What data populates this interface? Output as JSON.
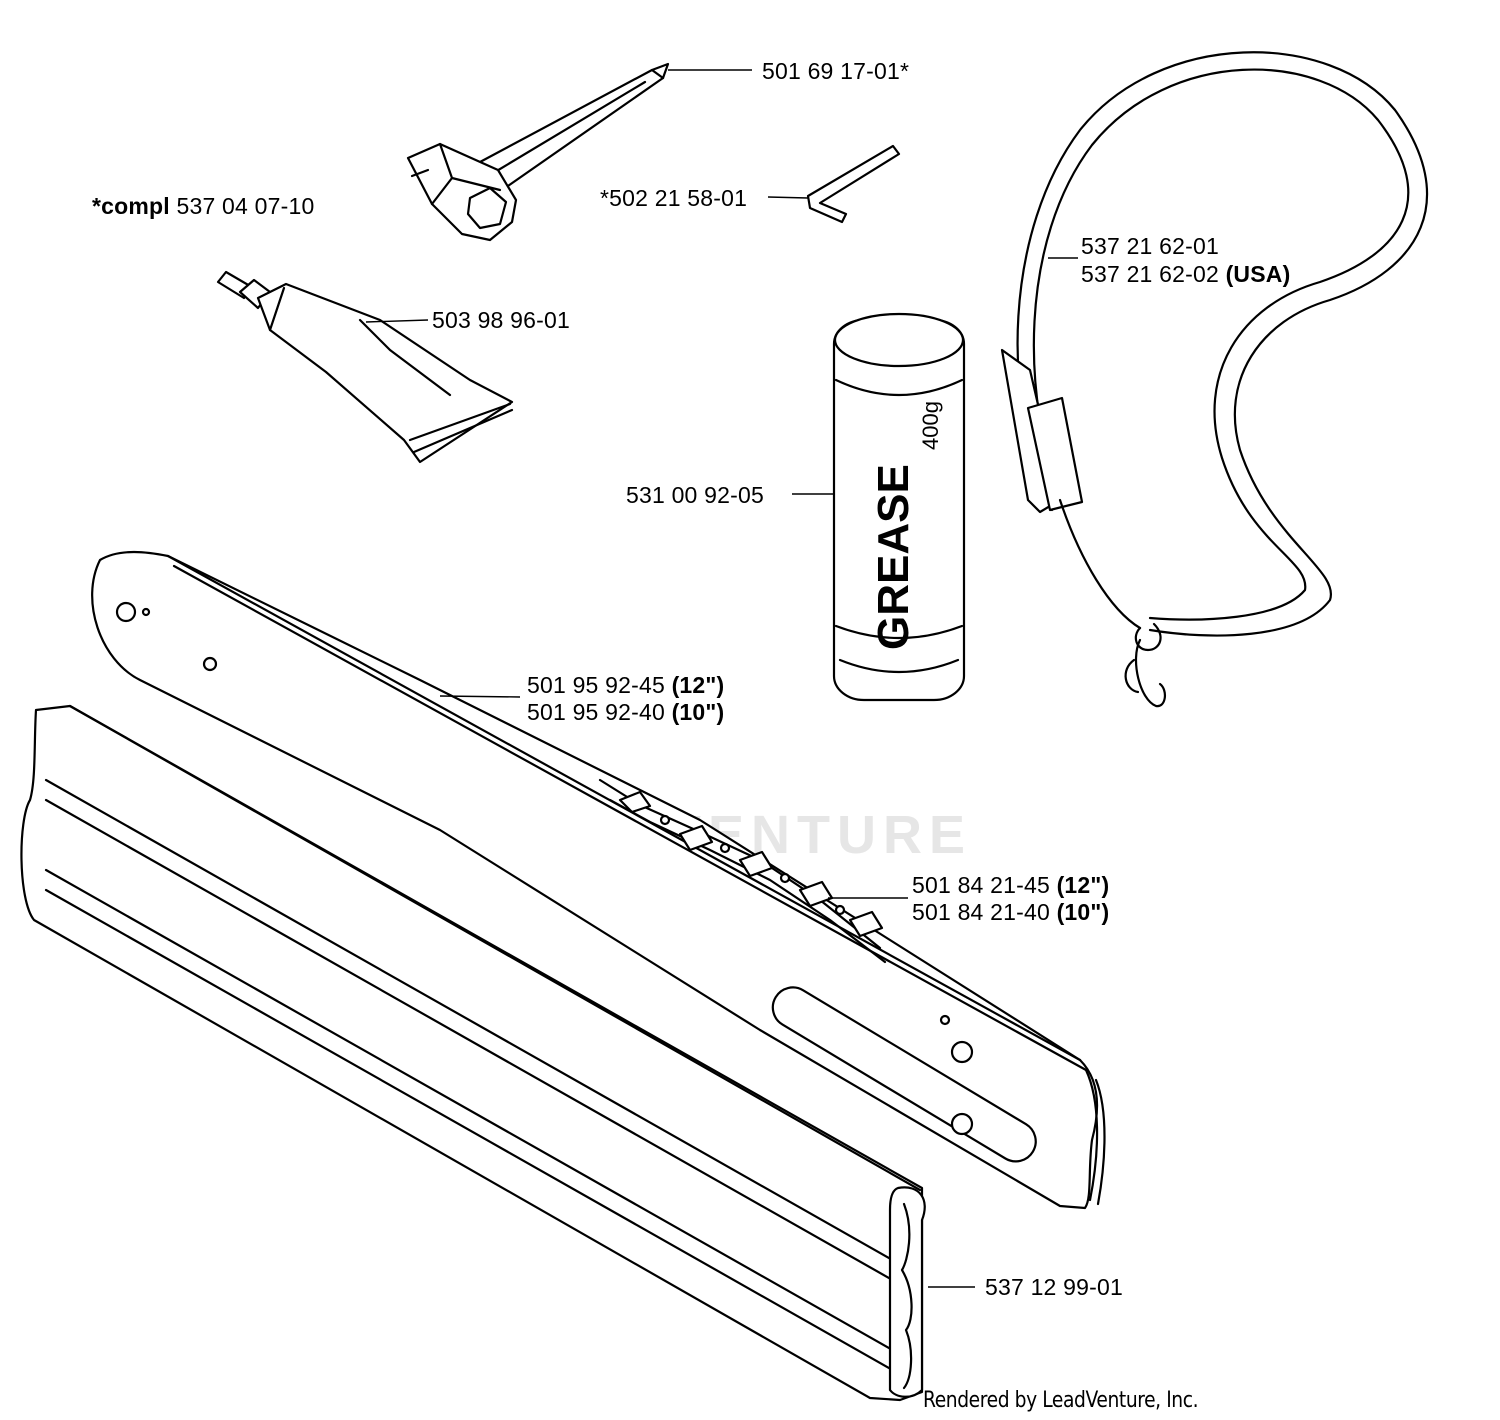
{
  "parts": {
    "scrench": {
      "number": "501 69 17-01*"
    },
    "hex_key": {
      "number": "*502 21 58-01"
    },
    "kit": {
      "prefix": "*compl",
      "number": "537 04 07-10"
    },
    "tube": {
      "number": "503 98 96-01"
    },
    "harness": {
      "number_1": "537 21 62-01",
      "number_2": "537 21 62-02",
      "suffix_2": "(USA)"
    },
    "grease": {
      "number": "531 00 92-05",
      "can_text": "GREASE",
      "can_weight": "400g"
    },
    "bar": {
      "number_1": "501 95 92-45",
      "suffix_1": "(12\")",
      "number_2": "501 95 92-40",
      "suffix_2": "(10\")"
    },
    "chain": {
      "number_1": "501 84 21-45",
      "suffix_1": "(12\")",
      "number_2": "501 84 21-40",
      "suffix_2": "(10\")"
    },
    "bar_cover": {
      "number": "537 12 99-01"
    }
  },
  "watermark": "LEADVENTURE",
  "credit": "Rendered by LeadVenture, Inc."
}
